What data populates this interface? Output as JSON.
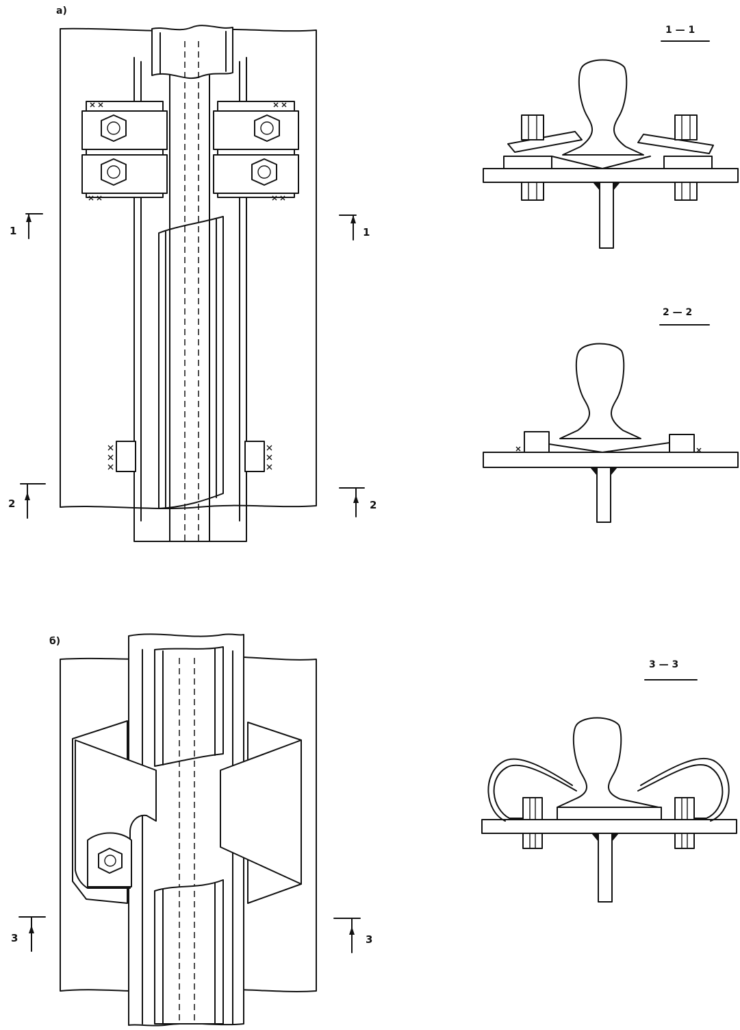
{
  "figure": {
    "part_a_label": "а)",
    "part_b_label": "б)",
    "section_1": {
      "title": "1 — 1",
      "left_mark": "1",
      "right_mark": "1"
    },
    "section_2": {
      "title": "2 — 2",
      "left_mark": "2",
      "right_mark": "2"
    },
    "section_3": {
      "title": "3 — 3",
      "left_mark": "3",
      "right_mark": "3"
    }
  },
  "colors": {
    "ink": "#111111",
    "paper": "#ffffff"
  }
}
